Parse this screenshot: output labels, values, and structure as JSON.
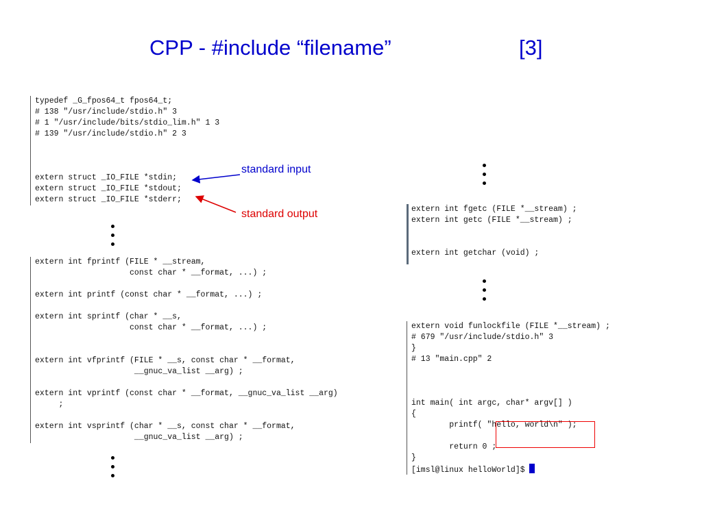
{
  "slide": {
    "title_main": "CPP - #include “filename”",
    "title_num": "[3]"
  },
  "annotations": {
    "standard_input": "standard input",
    "standard_output": "standard output"
  },
  "colors": {
    "title": "#0000cc",
    "annotation_input": "#0000cc",
    "annotation_output": "#dd0000",
    "highlight_box": "#ee0000"
  },
  "blocks": {
    "left_top": [
      "typedef _G_fpos64_t fpos64_t;",
      "# 138 \"/usr/include/stdio.h\" 3",
      "# 1 \"/usr/include/bits/stdio_lim.h\" 1 3",
      "# 139 \"/usr/include/stdio.h\" 2 3",
      "",
      "",
      "",
      "extern struct _IO_FILE *stdin;",
      "extern struct _IO_FILE *stdout;",
      "extern struct _IO_FILE *stderr;"
    ],
    "left_bottom": [
      "extern int fprintf (FILE * __stream,",
      "                    const char * __format, ...) ;",
      "",
      "extern int printf (const char * __format, ...) ;",
      "",
      "extern int sprintf (char * __s,",
      "                    const char * __format, ...) ;",
      "",
      "",
      "extern int vfprintf (FILE * __s, const char * __format,",
      "                     __gnuc_va_list __arg) ;",
      "",
      "extern int vprintf (const char * __format, __gnuc_va_list __arg)",
      "     ;",
      "",
      "extern int vsprintf (char * __s, const char * __format,",
      "                     __gnuc_va_list __arg) ;"
    ],
    "right_top": [
      "extern int fgetc (FILE *__stream) ;",
      "extern int getc (FILE *__stream) ;",
      "",
      "",
      "extern int getchar (void) ;"
    ],
    "right_bottom": [
      "extern void funlockfile (FILE *__stream) ;",
      "# 679 \"/usr/include/stdio.h\" 3",
      "}",
      "# 13 \"main.cpp\" 2",
      "",
      "",
      "",
      "int main( int argc, char* argv[] )",
      "{",
      "        printf( \"hello, world\\n\" );",
      "",
      "        return 0 ;",
      "}",
      "[imsl@linux helloWorld]$"
    ]
  }
}
